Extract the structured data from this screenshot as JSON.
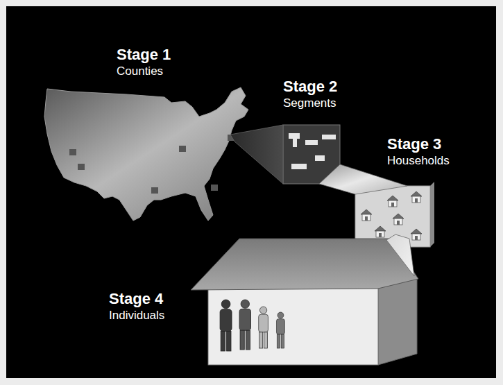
{
  "diagram": {
    "nodes": [
      {
        "text": [
          "Stage 1",
          "Counties"
        ]
      },
      {
        "text": [
          "Stage 2",
          "Segments"
        ]
      },
      {
        "text": [
          "Stage 3",
          "Households"
        ]
      },
      {
        "text": [
          "Stage 4",
          "Individuals"
        ]
      }
    ],
    "edges": [
      {
        "from": 0,
        "to": 1,
        "arrow": "none"
      },
      {
        "from": 1,
        "to": 2,
        "arrow": "none"
      },
      {
        "from": 2,
        "to": 3,
        "arrow": "none"
      }
    ]
  }
}
